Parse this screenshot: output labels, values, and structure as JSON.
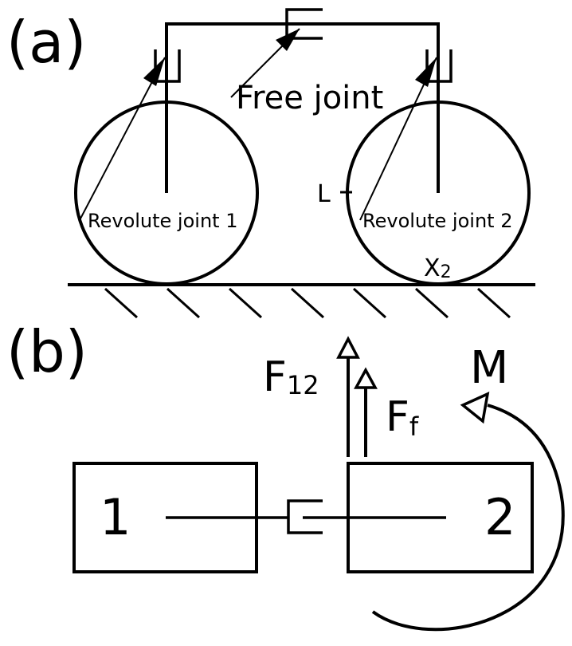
{
  "panel_a": {
    "label": "(a)",
    "free_joint_label": "Free joint",
    "revolute_joint_1_label": "Revolute joint 1",
    "revolute_joint_2_label": "Revolute joint 2",
    "l_label": "L",
    "x2_label": "X",
    "x2_subscript": "2"
  },
  "panel_b": {
    "label": "(b)",
    "body_1_label": "1",
    "body_2_label": "2",
    "f12_label": "F",
    "f12_subscript": "12",
    "ff_label": "F",
    "ff_subscript": "f",
    "moment_label": "M"
  },
  "colors": {
    "ink": "#000000",
    "background": "#ffffff"
  }
}
